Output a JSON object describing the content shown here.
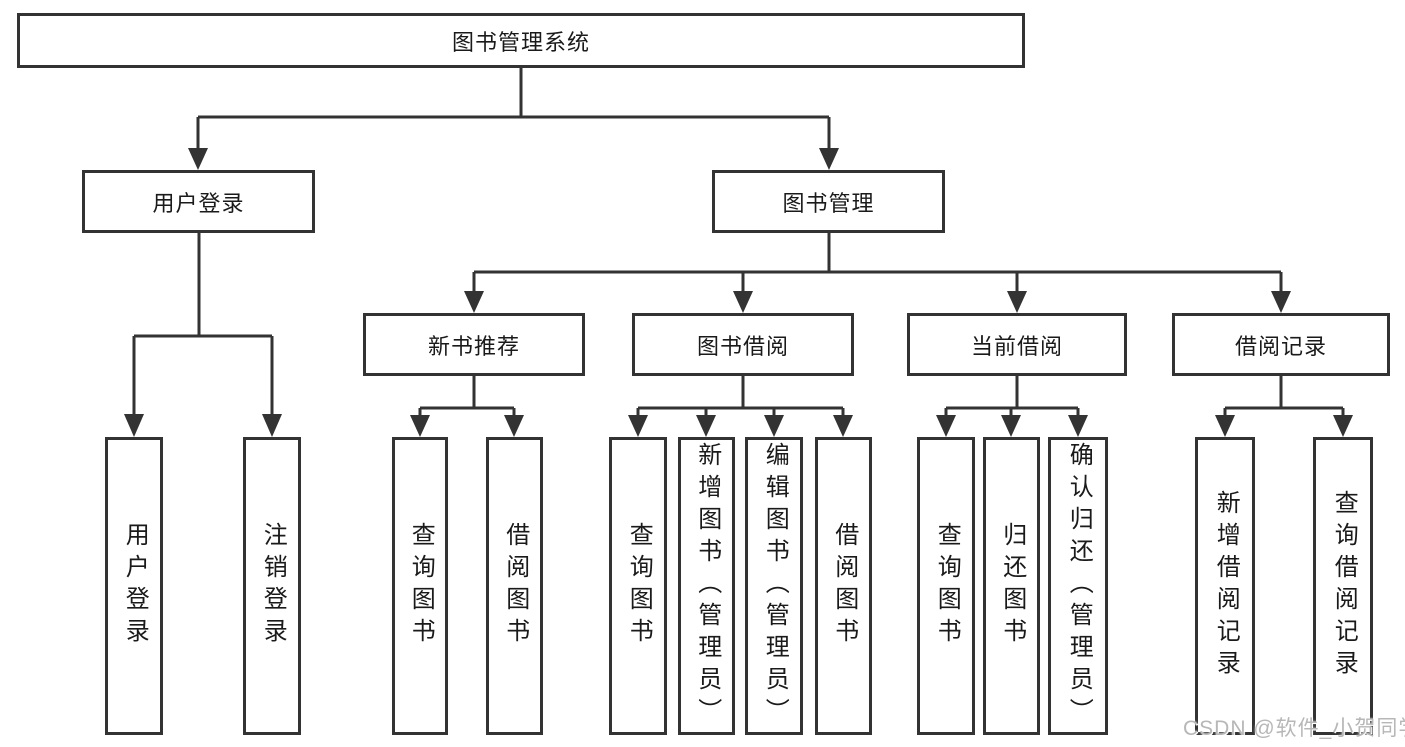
{
  "colors": {
    "line": "#333333",
    "box_border": "#333333",
    "text": "#1a1a1a",
    "background": "#ffffff",
    "watermark": "#b7b7b7"
  },
  "watermark": {
    "text": "CSDN @软件_小贺同学"
  },
  "tree": {
    "root": {
      "label": "图书管理系统"
    },
    "modules": [
      {
        "label": "用户登录",
        "features": [
          {
            "label": "用户登录"
          },
          {
            "label": "注销登录"
          }
        ]
      },
      {
        "label": "图书管理",
        "submodules": [
          {
            "label": "新书推荐",
            "features": [
              {
                "label": "查询图书"
              },
              {
                "label": "借阅图书"
              }
            ]
          },
          {
            "label": "图书借阅",
            "features": [
              {
                "label": "查询图书"
              },
              {
                "label": "新增图书（管理员）"
              },
              {
                "label": "编辑图书（管理员）"
              },
              {
                "label": "借阅图书"
              }
            ]
          },
          {
            "label": "当前借阅",
            "features": [
              {
                "label": "查询图书"
              },
              {
                "label": "归还图书"
              },
              {
                "label": "确认归还（管理员）"
              }
            ]
          },
          {
            "label": "借阅记录",
            "features": [
              {
                "label": "新增借阅记录"
              },
              {
                "label": "查询借阅记录"
              }
            ]
          }
        ]
      }
    ]
  }
}
